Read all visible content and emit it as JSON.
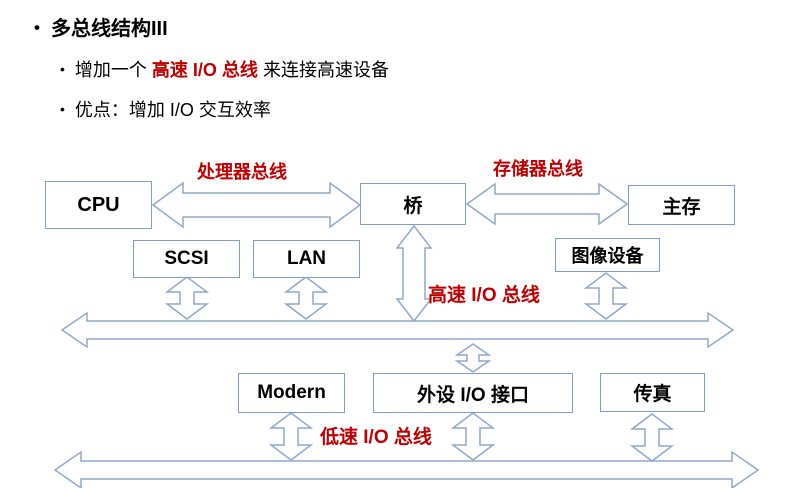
{
  "slide": {
    "title": "多总线结构III",
    "bullets": {
      "b1_pre": "增加一个 ",
      "b1_highlight": "高速 I/O 总线",
      "b1_post": " 来连接高速设备",
      "b2": "优点：增加 I/O 交互效率"
    }
  },
  "diagram": {
    "boxes": {
      "cpu": "CPU",
      "bridge": "桥",
      "main_memory": "主存",
      "scsi": "SCSI",
      "lan": "LAN",
      "image_device": "图像设备",
      "modem": "Modern",
      "peripheral_io": "外设 I/O 接口",
      "fax": "传真"
    },
    "bus_labels": {
      "processor": "处理器总线",
      "memory": "存储器总线",
      "high_speed": "高速 I/O 总线",
      "low_speed": "低速 I/O 总线"
    },
    "colors": {
      "box_border": "#7f9dc9",
      "arrow_stroke": "#8fa9c9",
      "highlight_red": "#c00000",
      "text": "#000000"
    }
  }
}
